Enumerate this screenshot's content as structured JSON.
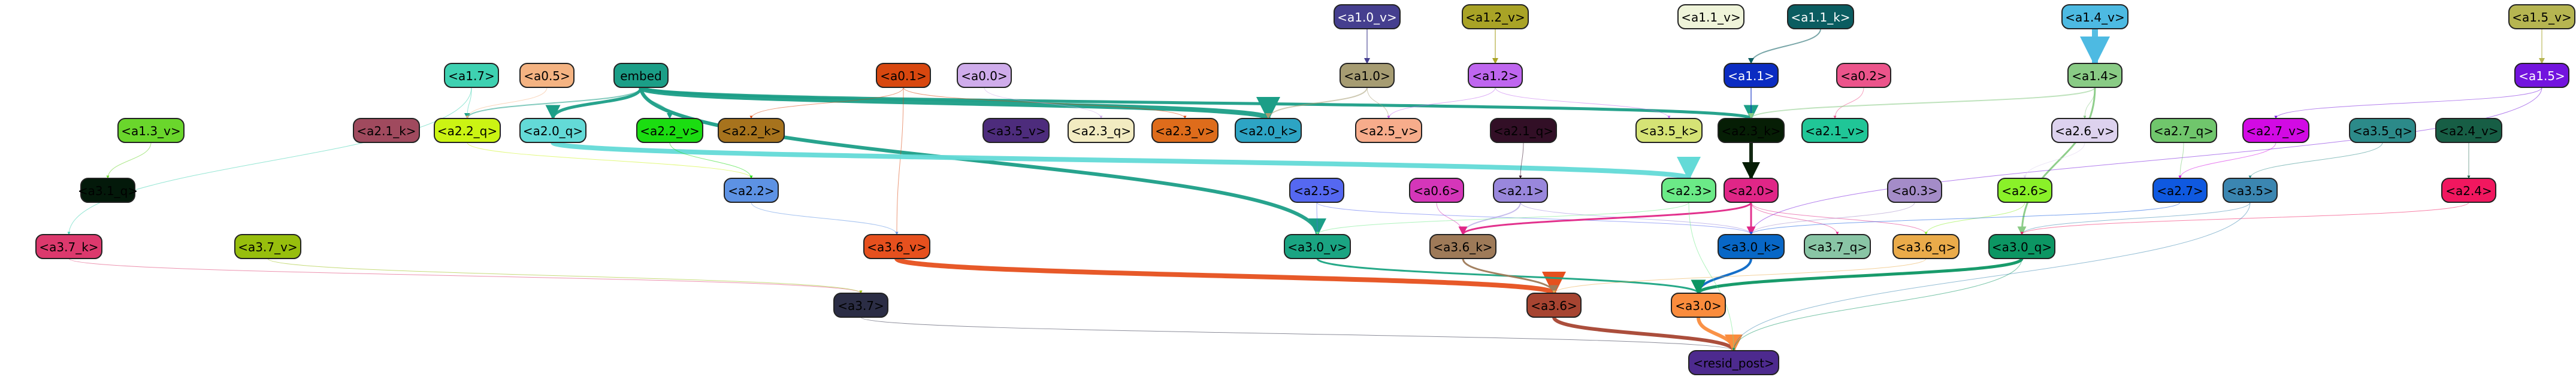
{
  "diagram": {
    "nodes": [
      {
        "id": "a1_0_v",
        "label": "<a1.0_v>",
        "fill": "#453f8f",
        "text": "#ffffff"
      },
      {
        "id": "a1_2_v",
        "label": "<a1.2_v>",
        "fill": "#a9a326",
        "text": "#000000"
      },
      {
        "id": "a1_1_v",
        "label": "<a1.1_v>",
        "fill": "#eff4d9",
        "text": "#000000"
      },
      {
        "id": "a1_1_k",
        "label": "<a1.1_k>",
        "fill": "#0b5d61",
        "text": "#ffffff"
      },
      {
        "id": "a1_4_v",
        "label": "<a1.4_v>",
        "fill": "#4dbae2",
        "text": "#000000"
      },
      {
        "id": "a1_5_v",
        "label": "<a1.5_v>",
        "fill": "#b6b551",
        "text": "#000000"
      },
      {
        "id": "a1_7",
        "label": "<a1.7>",
        "fill": "#3ed1b1",
        "text": "#000000"
      },
      {
        "id": "a0_5",
        "label": "<a0.5>",
        "fill": "#f4b382",
        "text": "#000000"
      },
      {
        "id": "embed",
        "label": "embed",
        "fill": "#1b9e87",
        "text": "#000000"
      },
      {
        "id": "a0_1",
        "label": "<a0.1>",
        "fill": "#d8470f",
        "text": "#000000"
      },
      {
        "id": "a0_0",
        "label": "<a0.0>",
        "fill": "#cfaceb",
        "text": "#000000"
      },
      {
        "id": "a1_0",
        "label": "<a1.0>",
        "fill": "#a69c72",
        "text": "#000000"
      },
      {
        "id": "a1_2",
        "label": "<a1.2>",
        "fill": "#bf66ef",
        "text": "#000000"
      },
      {
        "id": "a1_1",
        "label": "<a1.1>",
        "fill": "#0b2cc2",
        "text": "#ffffff"
      },
      {
        "id": "a0_2",
        "label": "<a0.2>",
        "fill": "#ec548b",
        "text": "#000000"
      },
      {
        "id": "a1_4",
        "label": "<a1.4>",
        "fill": "#89cb85",
        "text": "#000000"
      },
      {
        "id": "a1_5",
        "label": "<a1.5>",
        "fill": "#7314de",
        "text": "#ffffff"
      },
      {
        "id": "a1_3_v",
        "label": "<a1.3_v>",
        "fill": "#6ad62c",
        "text": "#000000"
      },
      {
        "id": "a2_1_k",
        "label": "<a2.1_k>",
        "fill": "#a04a5e",
        "text": "#000000"
      },
      {
        "id": "a2_2_q",
        "label": "<a2.2_q>",
        "fill": "#cbf413",
        "text": "#000000"
      },
      {
        "id": "a2_0_q",
        "label": "<a2.0_q>",
        "fill": "#63dad7",
        "text": "#000000"
      },
      {
        "id": "a2_2_v",
        "label": "<a2.2_v>",
        "fill": "#1bdd11",
        "text": "#000000"
      },
      {
        "id": "a2_2_k",
        "label": "<a2.2_k>",
        "fill": "#a7731d",
        "text": "#000000"
      },
      {
        "id": "a3_5_v",
        "label": "<a3.5_v>",
        "fill": "#4d2c7c",
        "text": "#000000"
      },
      {
        "id": "a2_3_q",
        "label": "<a2.3_q>",
        "fill": "#f2ebc1",
        "text": "#000000"
      },
      {
        "id": "a2_3_v",
        "label": "<a2.3_v>",
        "fill": "#de6c1b",
        "text": "#000000"
      },
      {
        "id": "a2_0_k",
        "label": "<a2.0_k>",
        "fill": "#2da4c4",
        "text": "#000000"
      },
      {
        "id": "a2_5_v",
        "label": "<a2.5_v>",
        "fill": "#f7ac8b",
        "text": "#000000"
      },
      {
        "id": "a2_1_q",
        "label": "<a2.1_q>",
        "fill": "#320f26",
        "text": "#000000"
      },
      {
        "id": "a3_5_k",
        "label": "<a3.5_k>",
        "fill": "#d5e375",
        "text": "#000000"
      },
      {
        "id": "a2_3_k",
        "label": "<a2.3_k>",
        "fill": "#061e05",
        "text": "#000000"
      },
      {
        "id": "a2_1_v",
        "label": "<a2.1_v>",
        "fill": "#20c697",
        "text": "#000000"
      },
      {
        "id": "a2_6_v",
        "label": "<a2.6_v>",
        "fill": "#ddd2ee",
        "text": "#000000"
      },
      {
        "id": "a2_7_q",
        "label": "<a2.7_q>",
        "fill": "#70c66c",
        "text": "#000000"
      },
      {
        "id": "a2_7_v",
        "label": "<a2.7_v>",
        "fill": "#d20ae4",
        "text": "#000000"
      },
      {
        "id": "a3_5_q",
        "label": "<a3.5_q>",
        "fill": "#2c8a89",
        "text": "#000000"
      },
      {
        "id": "a2_4_v",
        "label": "<a2.4_v>",
        "fill": "#175e45",
        "text": "#000000"
      },
      {
        "id": "a3_1_q",
        "label": "<a3.1_q>",
        "fill": "#03190a",
        "text": "#000000"
      },
      {
        "id": "a2_2",
        "label": "<a2.2>",
        "fill": "#5d92e4",
        "text": "#000000"
      },
      {
        "id": "a2_5",
        "label": "<a2.5>",
        "fill": "#5568f1",
        "text": "#000000"
      },
      {
        "id": "a0_6",
        "label": "<a0.6>",
        "fill": "#d536b9",
        "text": "#000000"
      },
      {
        "id": "a2_1",
        "label": "<a2.1>",
        "fill": "#9987dc",
        "text": "#000000"
      },
      {
        "id": "a2_3",
        "label": "<a2.3>",
        "fill": "#6bea87",
        "text": "#000000"
      },
      {
        "id": "a2_0",
        "label": "<a2.0>",
        "fill": "#e02687",
        "text": "#000000"
      },
      {
        "id": "a0_3",
        "label": "<a0.3>",
        "fill": "#a48cc8",
        "text": "#000000"
      },
      {
        "id": "a2_6",
        "label": "<a2.6>",
        "fill": "#8af129",
        "text": "#000000"
      },
      {
        "id": "a2_7",
        "label": "<a2.7>",
        "fill": "#0f59e0",
        "text": "#000000"
      },
      {
        "id": "a3_5",
        "label": "<a3.5>",
        "fill": "#3b86b1",
        "text": "#000000"
      },
      {
        "id": "a2_4",
        "label": "<a2.4>",
        "fill": "#f1175f",
        "text": "#000000"
      },
      {
        "id": "a3_7_k",
        "label": "<a3.7_k>",
        "fill": "#dc396d",
        "text": "#000000"
      },
      {
        "id": "a3_7_v",
        "label": "<a3.7_v>",
        "fill": "#97be0d",
        "text": "#000000"
      },
      {
        "id": "a3_6_v",
        "label": "<a3.6_v>",
        "fill": "#e6501e",
        "text": "#000000"
      },
      {
        "id": "a3_0_v",
        "label": "<a3.0_v>",
        "fill": "#1aa482",
        "text": "#000000"
      },
      {
        "id": "a3_6_k",
        "label": "<a3.6_k>",
        "fill": "#9e7a58",
        "text": "#000000"
      },
      {
        "id": "a3_0_k",
        "label": "<a3.0_k>",
        "fill": "#0867c6",
        "text": "#000000"
      },
      {
        "id": "a3_7_q",
        "label": "<a3.7_q>",
        "fill": "#89c5a5",
        "text": "#000000"
      },
      {
        "id": "a3_6_q",
        "label": "<a3.6_q>",
        "fill": "#eaab4a",
        "text": "#000000"
      },
      {
        "id": "a3_0_q",
        "label": "<a3.0_q>",
        "fill": "#0c9663",
        "text": "#000000"
      },
      {
        "id": "a3_7",
        "label": "<a3.7>",
        "fill": "#2b2d45",
        "text": "#000000"
      },
      {
        "id": "a3_6",
        "label": "<a3.6>",
        "fill": "#a74431",
        "text": "#000000"
      },
      {
        "id": "a3_0",
        "label": "<a3.0>",
        "fill": "#fa8c3d",
        "text": "#000000"
      },
      {
        "id": "resid_post",
        "label": "<resid_post>",
        "fill": "#4d2a8e",
        "text": "#000000"
      }
    ],
    "edges": [
      {
        "from": "a1_0_v",
        "to": "a1_0",
        "color": "#453f8f",
        "weight": 2
      },
      {
        "from": "a1_2_v",
        "to": "a1_2",
        "color": "#a9a326",
        "weight": 2
      },
      {
        "from": "a1_1_k",
        "to": "a1_1",
        "color": "#0b5d61",
        "weight": 2
      },
      {
        "from": "a1_4_v",
        "to": "a1_4",
        "color": "#4dbae2",
        "weight": 10
      },
      {
        "from": "a1_5_v",
        "to": "a1_5",
        "color": "#b6b551",
        "weight": 2
      },
      {
        "from": "a1_3_v",
        "to": "a3_1_q",
        "color": "#6ad62c",
        "weight": 1
      },
      {
        "from": "embed",
        "to": "a2_0_q",
        "color": "#1b9e87",
        "weight": 5
      },
      {
        "from": "embed",
        "to": "a2_0_k",
        "color": "#1b9e87",
        "weight": 8
      },
      {
        "from": "embed",
        "to": "a2_3_k",
        "color": "#1b9e87",
        "weight": 5
      },
      {
        "from": "embed",
        "to": "a3_0_v",
        "color": "#1b9e87",
        "weight": 6
      },
      {
        "from": "embed",
        "to": "a2_2_q",
        "color": "#1b9e87",
        "weight": 2
      },
      {
        "from": "embed",
        "to": "a2_2_v",
        "color": "#1b9e87",
        "weight": 2
      },
      {
        "from": "a1_7",
        "to": "a3_7_k",
        "color": "#3ed1b1",
        "weight": 1
      },
      {
        "from": "a1_7",
        "to": "a2_2_q",
        "color": "#3ed1b1",
        "weight": 1
      },
      {
        "from": "a0_5",
        "to": "a2_2_q",
        "color": "#f4b382",
        "weight": 1
      },
      {
        "from": "a0_1",
        "to": "a3_6_v",
        "color": "#d8470f",
        "weight": 1
      },
      {
        "from": "a0_1",
        "to": "a2_3_v",
        "color": "#d8470f",
        "weight": 1
      },
      {
        "from": "a0_1",
        "to": "a2_2_k",
        "color": "#d8470f",
        "weight": 1
      },
      {
        "from": "a0_0",
        "to": "a2_3_q",
        "color": "#cfaceb",
        "weight": 1
      },
      {
        "from": "a1_0",
        "to": "a2_0_k",
        "color": "#a69c72",
        "weight": 2
      },
      {
        "from": "a1_0",
        "to": "a2_5_v",
        "color": "#a69c72",
        "weight": 1
      },
      {
        "from": "a1_2",
        "to": "a2_5_v",
        "color": "#bf66ef",
        "weight": 1
      },
      {
        "from": "a1_2",
        "to": "a3_5_k",
        "color": "#bf66ef",
        "weight": 1
      },
      {
        "from": "a1_1",
        "to": "a2_3_k",
        "color": "#0b2cc2",
        "weight": 2
      },
      {
        "from": "a0_2",
        "to": "a2_1_v",
        "color": "#ec548b",
        "weight": 1
      },
      {
        "from": "a1_4",
        "to": "a2_3_k",
        "color": "#89cb85",
        "weight": 2
      },
      {
        "from": "a1_4",
        "to": "a3_0_q",
        "color": "#89cb85",
        "weight": 3
      },
      {
        "from": "a1_4",
        "to": "a2_6_v",
        "color": "#89cb85",
        "weight": 1
      },
      {
        "from": "a1_5",
        "to": "a2_7_v",
        "color": "#7314de",
        "weight": 1
      },
      {
        "from": "a1_5",
        "to": "a3_0_k",
        "color": "#7314de",
        "weight": 1
      },
      {
        "from": "a2_3_k",
        "to": "a2_0",
        "color": "#061e05",
        "weight": 6
      },
      {
        "from": "a2_0_q",
        "to": "a2_3",
        "color": "#63dad7",
        "weight": 8
      },
      {
        "from": "a2_2_q",
        "to": "a2_2",
        "color": "#cbf413",
        "weight": 1
      },
      {
        "from": "a2_2_v",
        "to": "a2_2",
        "color": "#1bdd11",
        "weight": 1
      },
      {
        "from": "a2_1_q",
        "to": "a2_1",
        "color": "#320f26",
        "weight": 1
      },
      {
        "from": "a2_7_q",
        "to": "a2_7",
        "color": "#70c66c",
        "weight": 1
      },
      {
        "from": "a2_7_v",
        "to": "a2_7",
        "color": "#d20ae4",
        "weight": 1
      },
      {
        "from": "a3_5_q",
        "to": "a3_5",
        "color": "#2c8a89",
        "weight": 1
      },
      {
        "from": "a2_4_v",
        "to": "a2_4",
        "color": "#175e45",
        "weight": 1
      },
      {
        "from": "a2_6_v",
        "to": "a2_6",
        "color": "#ddd2ee",
        "weight": 1
      },
      {
        "from": "a2_2",
        "to": "a3_6_v",
        "color": "#5d92e4",
        "weight": 1
      },
      {
        "from": "a2_5",
        "to": "a3_0_v",
        "color": "#5568f1",
        "weight": 1
      },
      {
        "from": "a2_5",
        "to": "a3_0_k",
        "color": "#5568f1",
        "weight": 1
      },
      {
        "from": "a0_6",
        "to": "a3_6_k",
        "color": "#d536b9",
        "weight": 1
      },
      {
        "from": "a2_1",
        "to": "a3_6_k",
        "color": "#9987dc",
        "weight": 2
      },
      {
        "from": "a2_1",
        "to": "a3_0_k",
        "color": "#9987dc",
        "weight": 1
      },
      {
        "from": "a2_0",
        "to": "a3_0_k",
        "color": "#e02687",
        "weight": 3
      },
      {
        "from": "a2_0",
        "to": "a3_6_k",
        "color": "#e02687",
        "weight": 3
      },
      {
        "from": "a2_0",
        "to": "a3_7_q",
        "color": "#e02687",
        "weight": 1
      },
      {
        "from": "a2_0",
        "to": "a3_6_q",
        "color": "#e02687",
        "weight": 1
      },
      {
        "from": "a2_3",
        "to": "a3_0_v",
        "color": "#6bea87",
        "weight": 1
      },
      {
        "from": "a0_3",
        "to": "a3_0_k",
        "color": "#a48cc8",
        "weight": 1
      },
      {
        "from": "a2_6",
        "to": "a3_6_q",
        "color": "#8af129",
        "weight": 1
      },
      {
        "from": "a2_7",
        "to": "a3_0_k",
        "color": "#0f59e0",
        "weight": 1
      },
      {
        "from": "a3_5",
        "to": "a3_0_q",
        "color": "#3b86b1",
        "weight": 1
      },
      {
        "from": "a2_4",
        "to": "a3_0_q",
        "color": "#f1175f",
        "weight": 1
      },
      {
        "from": "a3_7_k",
        "to": "a3_7",
        "color": "#dc396d",
        "weight": 1
      },
      {
        "from": "a3_7_v",
        "to": "a3_7",
        "color": "#97be0d",
        "weight": 1
      },
      {
        "from": "a3_6_v",
        "to": "a3_6",
        "color": "#e6501e",
        "weight": 8
      },
      {
        "from": "a3_0_v",
        "to": "a3_0",
        "color": "#1aa482",
        "weight": 3
      },
      {
        "from": "a3_6_k",
        "to": "a3_6",
        "color": "#9e7a58",
        "weight": 3
      },
      {
        "from": "a3_0_k",
        "to": "a3_0",
        "color": "#0867c6",
        "weight": 4
      },
      {
        "from": "a3_6_q",
        "to": "a3_6",
        "color": "#eaab4a",
        "weight": 1
      },
      {
        "from": "a3_0_q",
        "to": "a3_0",
        "color": "#0c9663",
        "weight": 5
      },
      {
        "from": "a3_7",
        "to": "resid_post",
        "color": "#2b2d45",
        "weight": 1
      },
      {
        "from": "a3_6",
        "to": "resid_post",
        "color": "#a74431",
        "weight": 6
      },
      {
        "from": "a3_0",
        "to": "resid_post",
        "color": "#fa8c3d",
        "weight": 6
      },
      {
        "from": "a3_5",
        "to": "resid_post",
        "color": "#3b86b1",
        "weight": 1
      },
      {
        "from": "a2_3",
        "to": "resid_post",
        "color": "#6bea87",
        "weight": 1
      },
      {
        "from": "a3_0_q",
        "to": "resid_post",
        "color": "#0c9663",
        "weight": 1
      }
    ]
  }
}
